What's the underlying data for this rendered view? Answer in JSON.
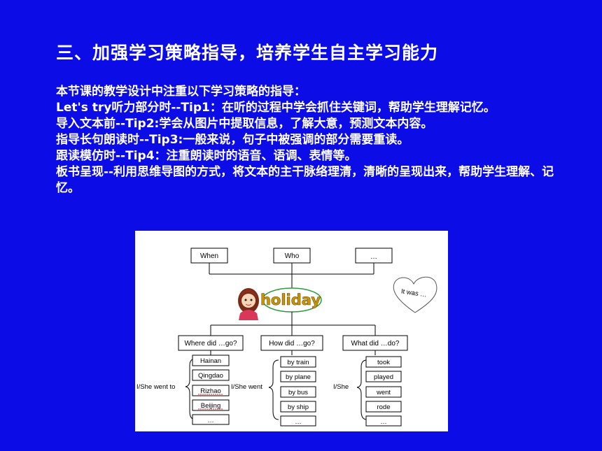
{
  "slide": {
    "title": "三、加强学习策略指导，培养学生自主学习能力",
    "paragraphs": [
      "本节课的教学设计中注重以下学习策略的指导：",
      "Let's try听力部分时--Tip1：在听的过程中学会抓住关键词，帮助学生理解记忆。",
      "导入文本前--Tip2:学会从图片中提取信息，了解大意，预测文本内容。",
      "指导长句朗读时--Tip3:一般来说，句子中被强调的部分需要重读。",
      "跟读模仿时--Tip4：注重朗读时的语音、语调、表情等。",
      "板书呈现--利用思维导图的方式，将文本的主干脉络理清，清晰的呈现出来，帮助学生理解、记忆。"
    ]
  },
  "mindmap": {
    "top_boxes": [
      "When",
      "Who",
      "…"
    ],
    "heart_text": "It was …",
    "center": "holiday",
    "questions": [
      "Where did …go?",
      "How did …go?",
      "What did …do?"
    ],
    "lead_labels": [
      "I/She went to",
      "I/She went",
      "I/She"
    ],
    "col1": [
      "Hainan",
      "Qingdao",
      "Rizhao",
      "Beijing",
      "…"
    ],
    "col2": [
      "by train",
      "by plane",
      "by bus",
      "by ship",
      "…"
    ],
    "col3": [
      "took",
      "played",
      "went",
      "rode",
      "…"
    ],
    "colors": {
      "holiday_text": "#c8950a",
      "holiday_ellipse": "#2a9a3a",
      "accent": "#d22"
    }
  }
}
